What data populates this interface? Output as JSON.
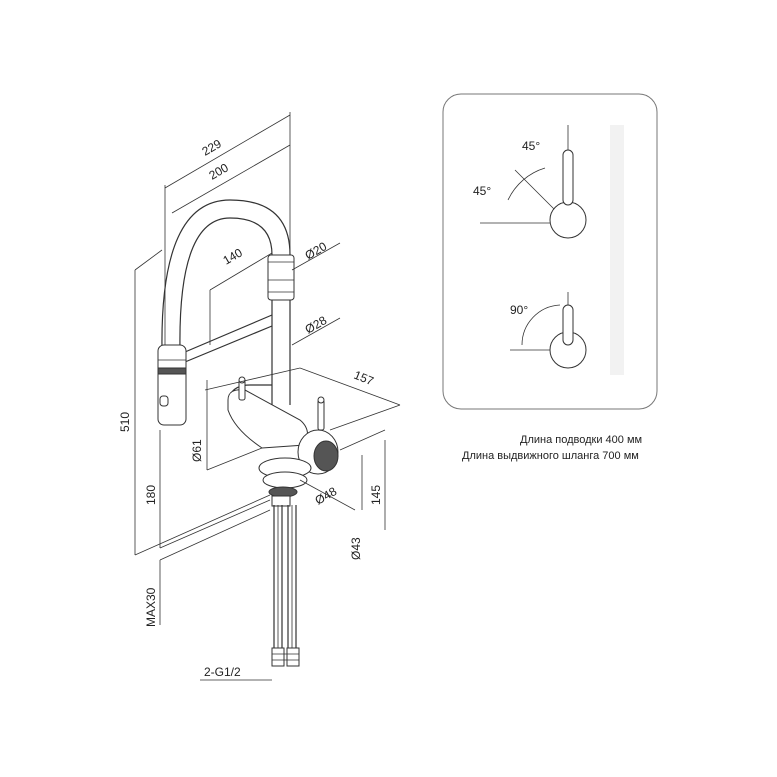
{
  "dimensions": {
    "d229": "229",
    "d200": "200",
    "d140": "140",
    "d20": "Ø20",
    "d28": "Ø28",
    "d157": "157",
    "d510": "510",
    "d61": "Ø61",
    "d180": "180",
    "d48": "Ø48",
    "d145": "145",
    "d43": "Ø43",
    "dmax30": "MAX30",
    "thread": "2-G1/2"
  },
  "rotation": {
    "angle_a": "45°",
    "angle_b": "45°",
    "angle_c": "90°"
  },
  "notes": {
    "supply_length": "Длина подводки 400 мм",
    "hose_length": "Длина выдвижного шланга 700 мм"
  }
}
